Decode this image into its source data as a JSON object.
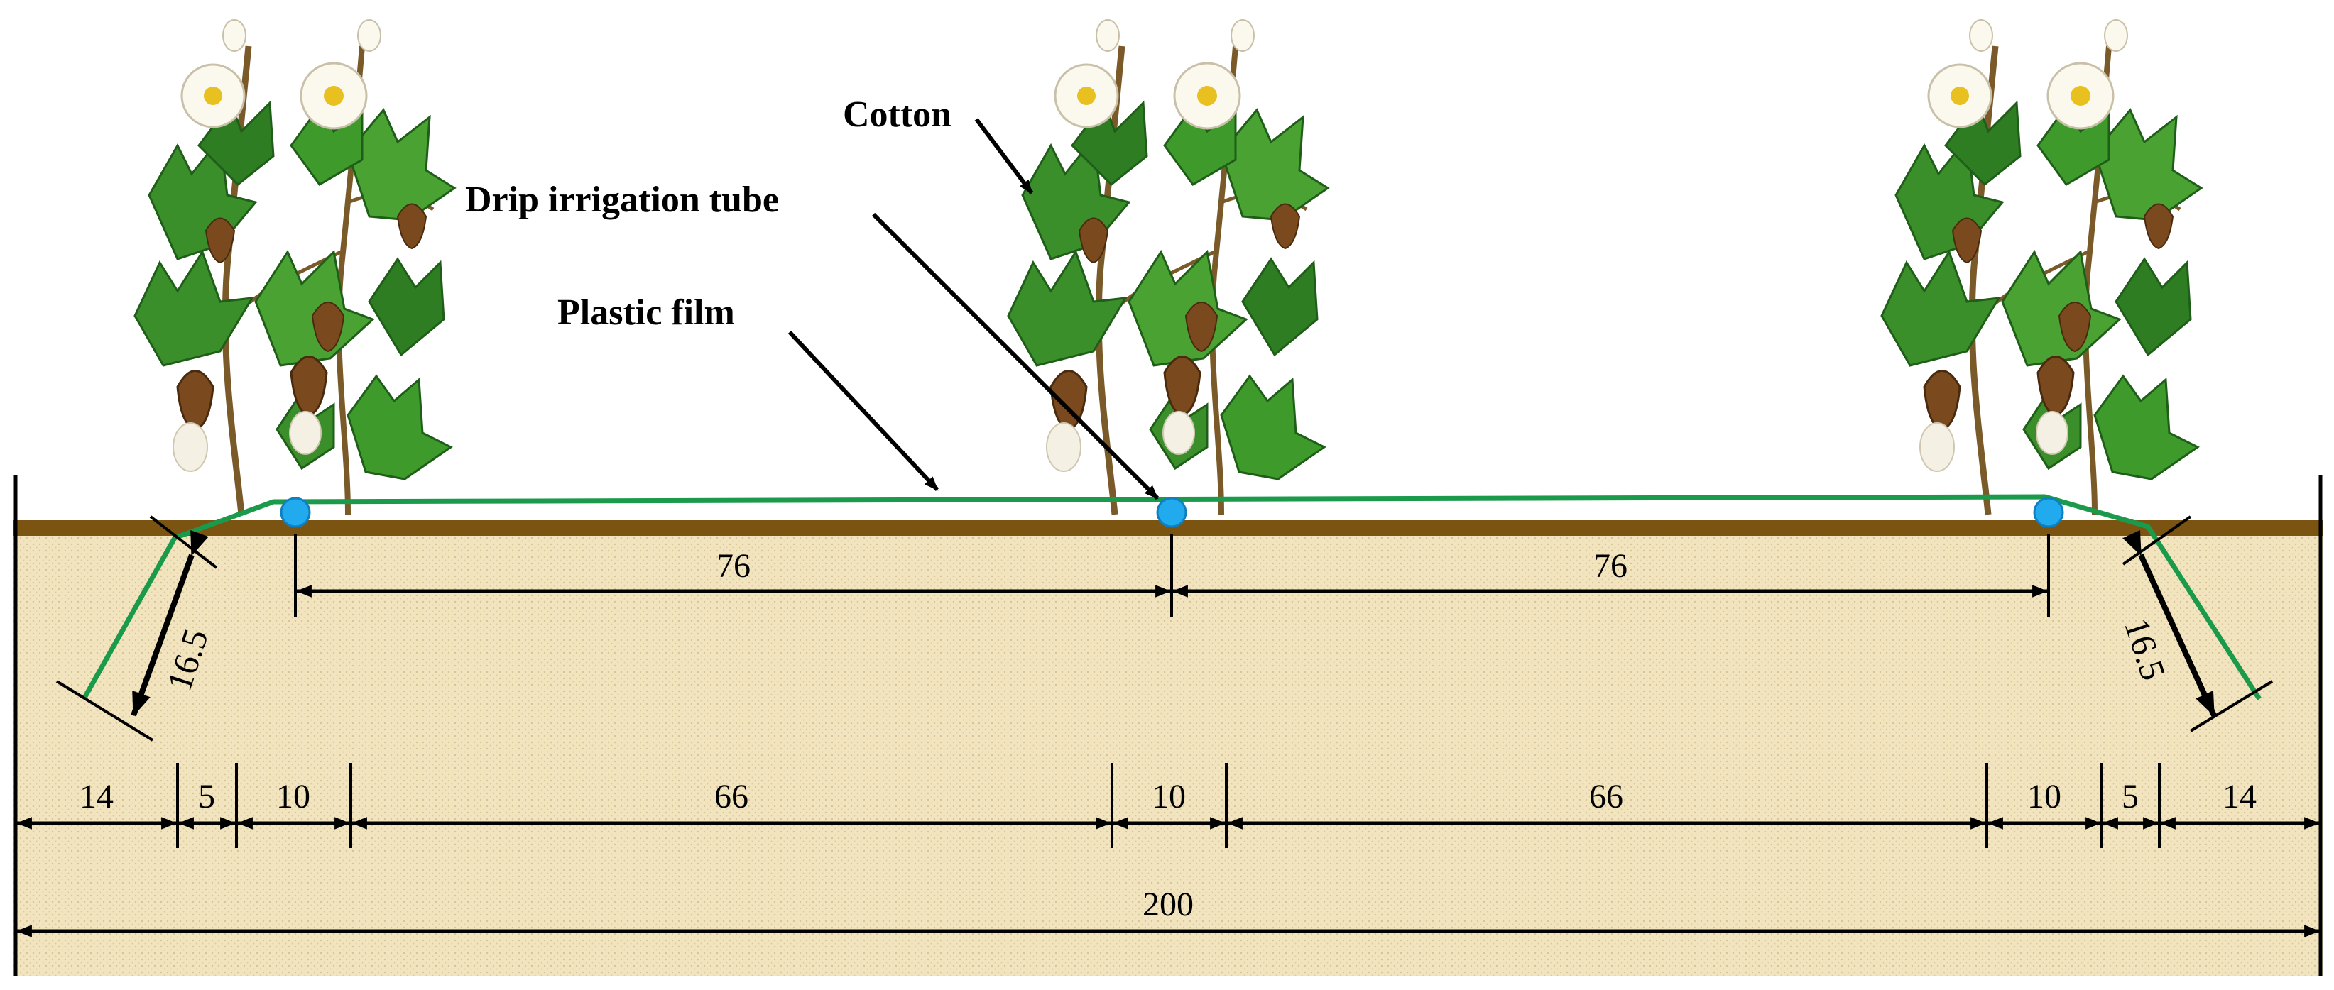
{
  "labels": {
    "cotton": "Cotton",
    "drip_tube": "Drip irrigation tube",
    "plastic_film": "Plastic film"
  },
  "dimensions": {
    "tube_spacing": [
      "76",
      "76"
    ],
    "slope_left": "16.5",
    "slope_right": "16.5",
    "segments": [
      "14",
      "5",
      "10",
      "66",
      "10",
      "66",
      "10",
      "5",
      "14"
    ],
    "total": "200"
  },
  "colors": {
    "soil": "#f1e4be",
    "soil_dots": "#d8c596",
    "ground_line": "#7a5410",
    "film": "#1a9a4a",
    "drip_tube": "#22aaee",
    "leaf": "#3a8f2a",
    "leaf_dark": "#1f5e18",
    "boll": "#7a4a1e",
    "flower": "#fbf8ee",
    "flower_center": "#e8c020"
  },
  "icons": {
    "plant": "cotton-plant-icon",
    "tube": "drip-tube-icon",
    "arrow": "arrow-icon"
  }
}
